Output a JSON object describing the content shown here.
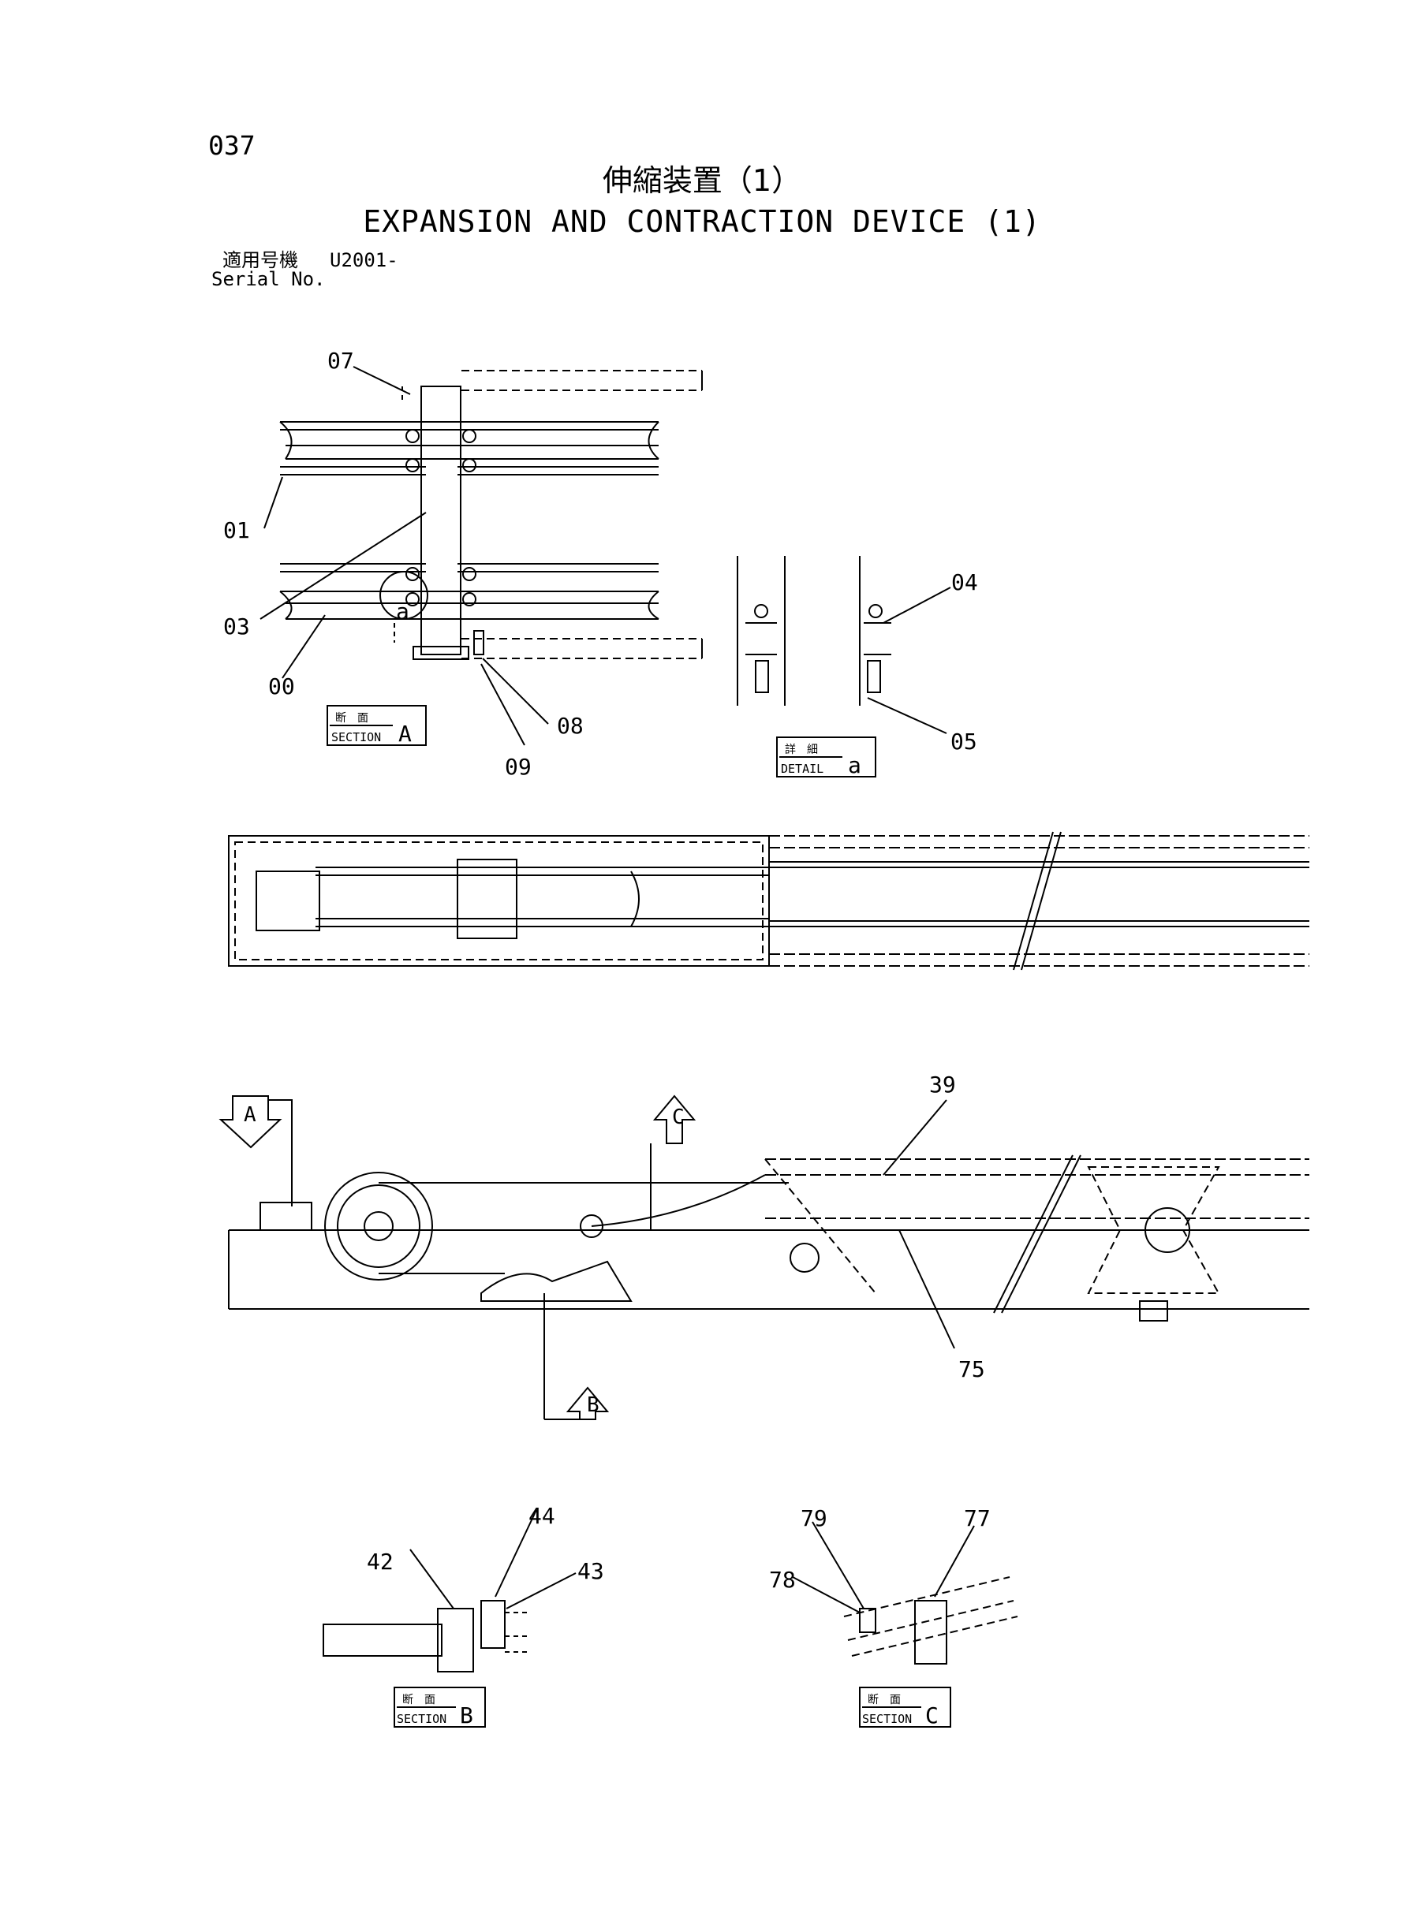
{
  "header": {
    "page_number": "037",
    "title_jp": "伸縮装置（1）",
    "title_en": "EXPANSION AND CONTRACTION DEVICE (1)",
    "serial_label_jp": "適用号機",
    "serial_value": "U2001-",
    "serial_label_en": "Serial No."
  },
  "callouts": {
    "c07": "07",
    "c01": "01",
    "c03": "03",
    "c00": "00",
    "c08": "08",
    "c09": "09",
    "c04": "04",
    "c05": "05",
    "c39": "39",
    "c75": "75",
    "c44": "44",
    "c42": "42",
    "c43": "43",
    "c79": "79",
    "c77": "77",
    "c78": "78"
  },
  "markers": {
    "a_circle": "a",
    "arrow_a": "A",
    "arrow_b": "B",
    "arrow_c": "C"
  },
  "labels": {
    "section_a": {
      "jp": "断　面",
      "en": "SECTION",
      "letter": "A"
    },
    "detail_a": {
      "jp": "詳　細",
      "en": "DETAIL",
      "letter": "a"
    },
    "section_b": {
      "jp": "断　面",
      "en": "SECTION",
      "letter": "B"
    },
    "section_c": {
      "jp": "断　面",
      "en": "SECTION",
      "letter": "C"
    }
  }
}
